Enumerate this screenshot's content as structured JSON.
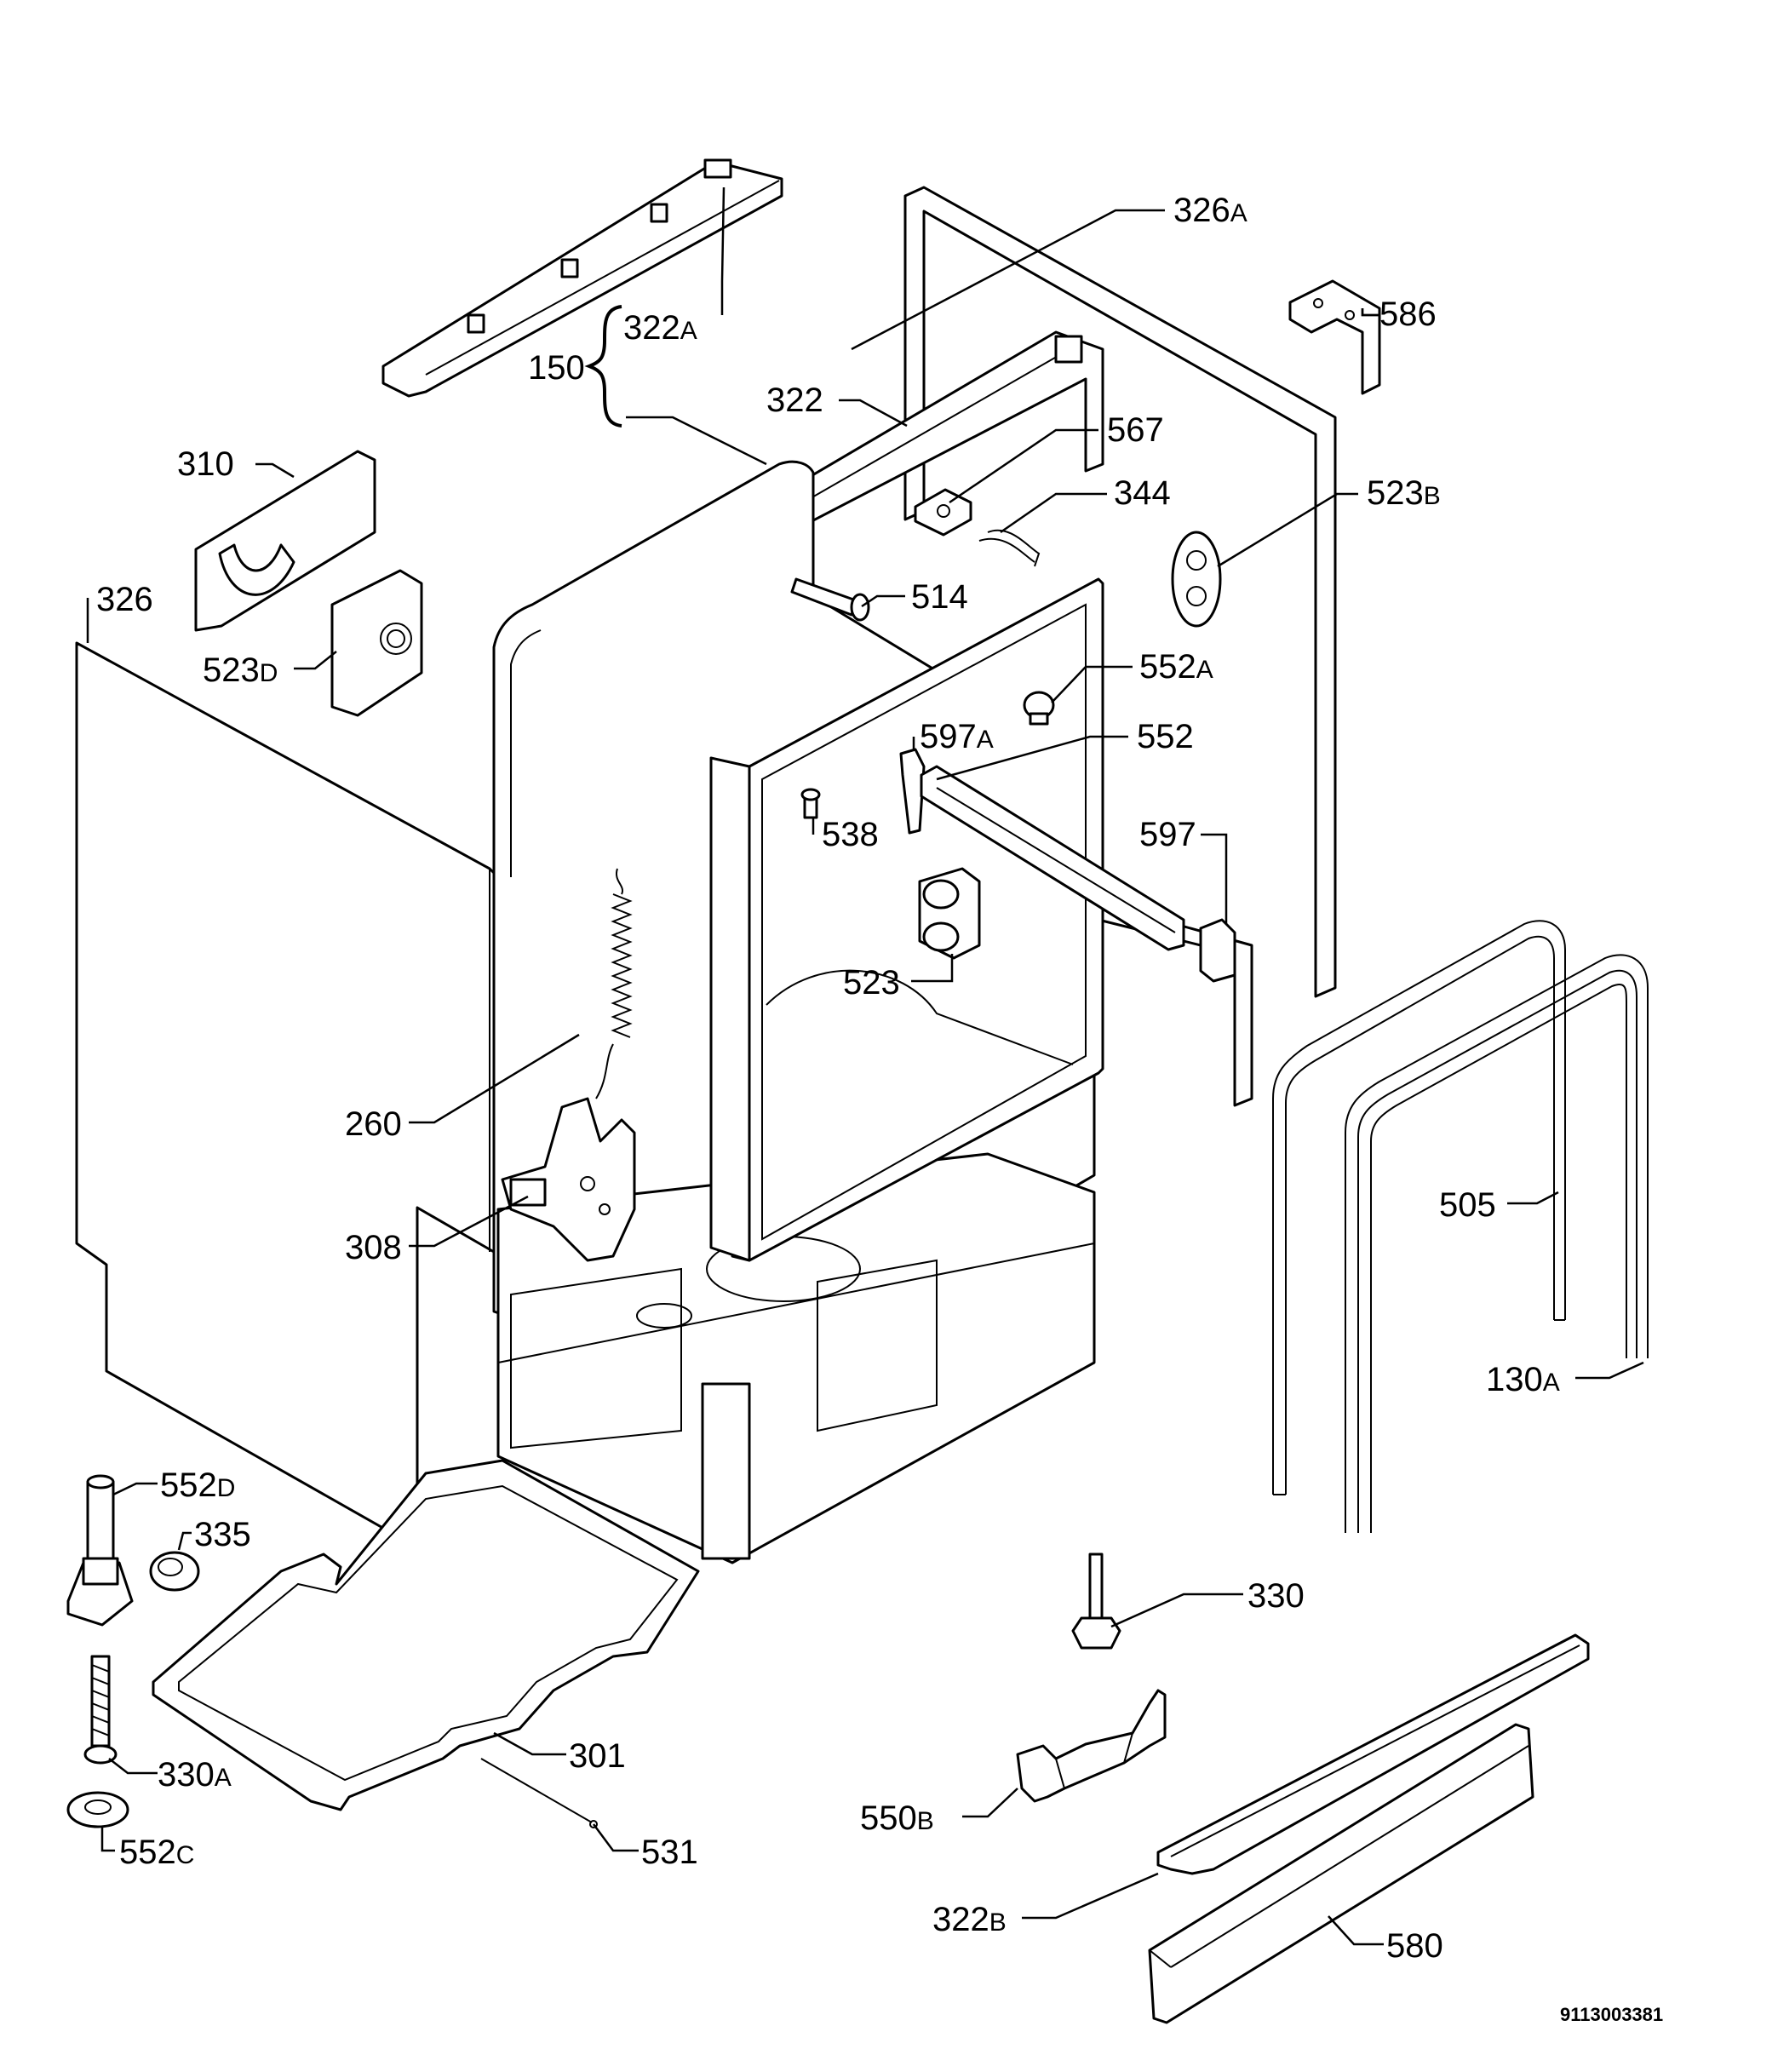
{
  "diagram": {
    "document_code": "9113003381",
    "labels": [
      {
        "id": "326A",
        "num": "326",
        "suffix": "A"
      },
      {
        "id": "322A",
        "num": "322",
        "suffix": "A"
      },
      {
        "id": "586",
        "num": "586",
        "suffix": ""
      },
      {
        "id": "150",
        "num": "150",
        "suffix": ""
      },
      {
        "id": "322",
        "num": "322",
        "suffix": ""
      },
      {
        "id": "567",
        "num": "567",
        "suffix": ""
      },
      {
        "id": "310",
        "num": "310",
        "suffix": ""
      },
      {
        "id": "344",
        "num": "344",
        "suffix": ""
      },
      {
        "id": "523B",
        "num": "523",
        "suffix": "B"
      },
      {
        "id": "326",
        "num": "326",
        "suffix": ""
      },
      {
        "id": "514",
        "num": "514",
        "suffix": ""
      },
      {
        "id": "523D",
        "num": "523",
        "suffix": "D"
      },
      {
        "id": "552A",
        "num": "552",
        "suffix": "A"
      },
      {
        "id": "597A",
        "num": "597",
        "suffix": "A"
      },
      {
        "id": "552",
        "num": "552",
        "suffix": ""
      },
      {
        "id": "538",
        "num": "538",
        "suffix": ""
      },
      {
        "id": "597",
        "num": "597",
        "suffix": ""
      },
      {
        "id": "523",
        "num": "523",
        "suffix": ""
      },
      {
        "id": "260",
        "num": "260",
        "suffix": ""
      },
      {
        "id": "505",
        "num": "505",
        "suffix": ""
      },
      {
        "id": "308",
        "num": "308",
        "suffix": ""
      },
      {
        "id": "130A",
        "num": "130",
        "suffix": "A"
      },
      {
        "id": "552D",
        "num": "552",
        "suffix": "D"
      },
      {
        "id": "335",
        "num": "335",
        "suffix": ""
      },
      {
        "id": "330",
        "num": "330",
        "suffix": ""
      },
      {
        "id": "301",
        "num": "301",
        "suffix": ""
      },
      {
        "id": "330A",
        "num": "330",
        "suffix": "A"
      },
      {
        "id": "550B",
        "num": "550",
        "suffix": "B"
      },
      {
        "id": "531",
        "num": "531",
        "suffix": ""
      },
      {
        "id": "552C",
        "num": "552",
        "suffix": "C"
      },
      {
        "id": "322B",
        "num": "322",
        "suffix": "B"
      },
      {
        "id": "580",
        "num": "580",
        "suffix": ""
      }
    ]
  }
}
